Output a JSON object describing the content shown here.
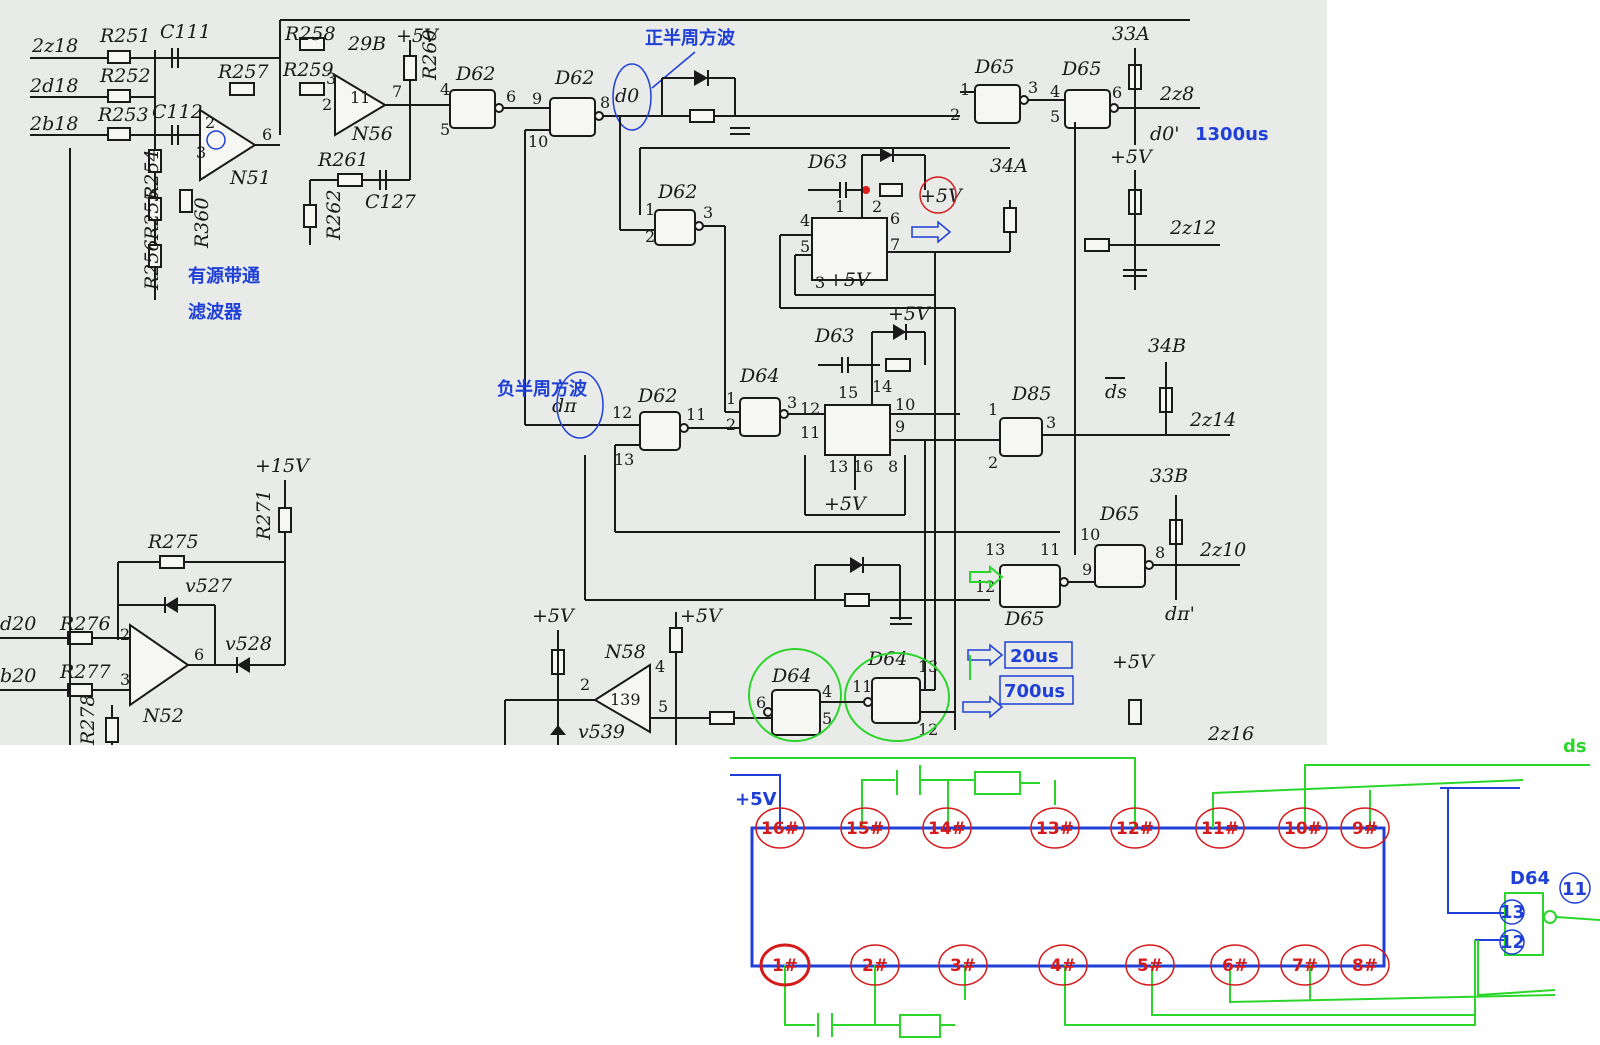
{
  "colors": {
    "annotation": "#1f3fd6",
    "highlight_green": "#2bd62b",
    "pin_red": "#d41a1a",
    "ink": "#1a1a1a",
    "photo_bg": "#e8ebe8"
  },
  "annotations": {
    "positive_square": "正半周方波",
    "negative_square": "负半周方波",
    "filter_line1": "有源带通",
    "filter_line2": "滤波器",
    "t1300": "1300us",
    "t20": "20us",
    "t700": "700us"
  },
  "schematic": {
    "inputs": [
      "2z18",
      "2d18",
      "2b18",
      "d20",
      "b20"
    ],
    "outputs": [
      "2z8",
      "2z12",
      "2z14",
      "2z10",
      "2z16"
    ],
    "connectors": [
      "29B",
      "33A",
      "34A",
      "34B",
      "33B"
    ],
    "signals": [
      "d0",
      "dπ",
      "d0'",
      "dπ'",
      "ds"
    ],
    "supplies": [
      "+5V",
      "+15V"
    ],
    "resistors": [
      "R251",
      "R252",
      "R253",
      "R254",
      "R255",
      "R256",
      "R257",
      "R258",
      "R259",
      "R260",
      "R261",
      "R262",
      "R271",
      "R275",
      "R276",
      "R277",
      "R278",
      "R360"
    ],
    "capacitors": [
      "C111",
      "C112",
      "C127"
    ],
    "opamps": [
      "N51",
      "N56",
      "N52",
      "N58"
    ],
    "chips": [
      "D62",
      "D63",
      "D64",
      "D65",
      "D85"
    ],
    "diodes": [
      "v527",
      "v528",
      "v539"
    ]
  },
  "pinout": {
    "supply_label": "+5V",
    "ds_label": "ds",
    "gate_name": "D64",
    "gate_pins": [
      "13",
      "12",
      "11"
    ],
    "top_pins": [
      "16#",
      "15#",
      "14#",
      "13#",
      "12#",
      "11#",
      "10#",
      "9#"
    ],
    "bottom_pins": [
      "1#",
      "2#",
      "3#",
      "4#",
      "5#",
      "6#",
      "7#",
      "8#"
    ]
  }
}
